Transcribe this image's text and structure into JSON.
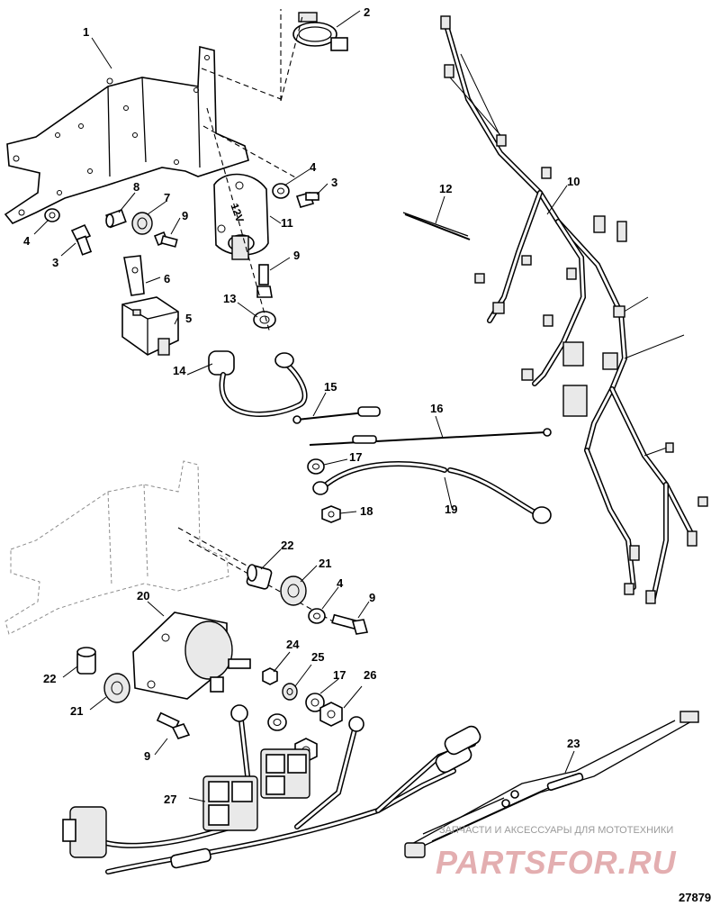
{
  "callouts": {
    "c1": "1",
    "c2": "2",
    "c3a": "3",
    "c3b": "3",
    "c4a": "4",
    "c4b": "4",
    "c4c": "4",
    "c5": "5",
    "c6": "6",
    "c7": "7",
    "c8": "8",
    "c9a": "9",
    "c9b": "9",
    "c9c": "9",
    "c9d": "9",
    "c10": "10",
    "c11": "11",
    "c12": "12",
    "c13": "13",
    "c14": "14",
    "c15": "15",
    "c16": "16",
    "c17a": "17",
    "c17b": "17",
    "c18": "18",
    "c19": "19",
    "c20": "20",
    "c21a": "21",
    "c21b": "21",
    "c22a": "22",
    "c22b": "22",
    "c23": "23",
    "c24": "24",
    "c25": "25",
    "c26": "26",
    "c27": "27"
  },
  "part_marking": "12V",
  "watermark": {
    "caption": "ЗАПЧАСТИ И АКСЕССУАРЫ ДЛЯ МОТОТЕХНИКИ",
    "brand": "PARTSFOR.RU"
  },
  "figure_number": "27879"
}
